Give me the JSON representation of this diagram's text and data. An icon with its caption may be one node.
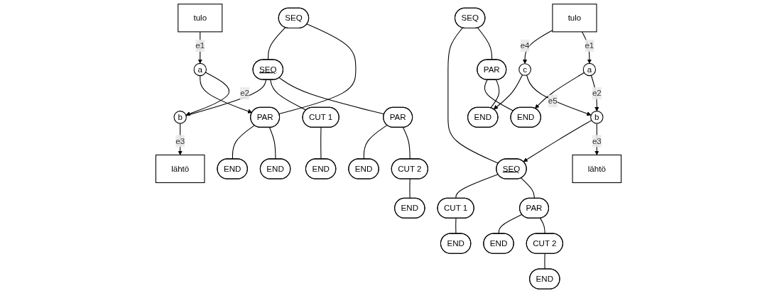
{
  "diagram": {
    "nodes": [
      {
        "text": [
          "SEQ"
        ]
      },
      {
        "text": [
          "PAR"
        ]
      },
      {
        "text": [
          "SEQ"
        ]
      },
      {
        "text": [
          "END"
        ]
      },
      {
        "text": [
          "END"
        ]
      },
      {
        "text": [
          "PAR"
        ]
      },
      {
        "text": [
          "CUT 1"
        ]
      },
      {
        "text": [
          "CUT 2"
        ]
      },
      {
        "text": [
          "END"
        ]
      },
      {
        "text": [
          "END"
        ]
      },
      {
        "text": [
          "END"
        ]
      },
      {
        "text": [
          "tulo"
        ]
      },
      {
        "text": [
          "a"
        ]
      },
      {
        "text": [
          "b"
        ]
      },
      {
        "text": [
          "lähtö"
        ]
      },
      {
        "text": [
          "SEQ"
        ]
      },
      {
        "text": [
          "PAR"
        ]
      },
      {
        "text": [
          "SEQ"
        ]
      },
      {
        "text": [
          "END"
        ]
      },
      {
        "text": [
          "END"
        ]
      },
      {
        "text": [
          "PAR"
        ]
      },
      {
        "text": [
          "CUT 1"
        ]
      },
      {
        "text": [
          "CUT 2"
        ]
      },
      {
        "text": [
          "END"
        ]
      },
      {
        "text": [
          "END"
        ]
      },
      {
        "text": [
          "END"
        ]
      },
      {
        "text": [
          "tulo"
        ]
      },
      {
        "text": [
          "a"
        ]
      },
      {
        "text": [
          "c"
        ]
      },
      {
        "text": [
          "b"
        ]
      },
      {
        "text": [
          "lähtö"
        ]
      }
    ],
    "edges": [
      {
        "from": 0,
        "to": 1,
        "arrow": "none"
      },
      {
        "from": 0,
        "to": 2,
        "arrow": "none"
      },
      {
        "from": 1,
        "to": 3,
        "arrow": "none"
      },
      {
        "from": 1,
        "to": 4,
        "arrow": "none"
      },
      {
        "from": 2,
        "to": 5,
        "arrow": "none"
      },
      {
        "from": 2,
        "to": 6,
        "arrow": "none"
      },
      {
        "from": 5,
        "to": 7,
        "arrow": "none"
      },
      {
        "from": 5,
        "to": 8,
        "arrow": "none"
      },
      {
        "from": 6,
        "to": 9,
        "arrow": "none"
      },
      {
        "from": 7,
        "to": 10,
        "arrow": "none"
      },
      {
        "from": 11,
        "to": 12,
        "arrow": "to",
        "label": "e1"
      },
      {
        "from": 12,
        "to": 13,
        "arrow": "to",
        "label": "e2"
      },
      {
        "from": 13,
        "to": 14,
        "arrow": "to",
        "label": "e3"
      },
      {
        "from": 12,
        "to": 1,
        "arrow": "to"
      },
      {
        "from": 2,
        "to": 13,
        "arrow": "none"
      },
      {
        "from": 15,
        "to": 16,
        "arrow": "none"
      },
      {
        "from": 15,
        "to": 17,
        "arrow": "none"
      },
      {
        "from": 16,
        "to": 18,
        "arrow": "none"
      },
      {
        "from": 16,
        "to": 19,
        "arrow": "none"
      },
      {
        "from": 17,
        "to": 20,
        "arrow": "none"
      },
      {
        "from": 17,
        "to": 21,
        "arrow": "none"
      },
      {
        "from": 20,
        "to": 22,
        "arrow": "none"
      },
      {
        "from": 20,
        "to": 23,
        "arrow": "none"
      },
      {
        "from": 21,
        "to": 24,
        "arrow": "none"
      },
      {
        "from": 22,
        "to": 25,
        "arrow": "none"
      },
      {
        "from": 26,
        "to": 27,
        "arrow": "to",
        "label": "e1"
      },
      {
        "from": 26,
        "to": 28,
        "arrow": "to",
        "label": "e4"
      },
      {
        "from": 27,
        "to": 29,
        "arrow": "to",
        "label": "e2"
      },
      {
        "from": 28,
        "to": 29,
        "arrow": "to",
        "label": "e5"
      },
      {
        "from": 29,
        "to": 30,
        "arrow": "to",
        "label": "e3"
      },
      {
        "from": 28,
        "to": 18,
        "arrow": "to"
      },
      {
        "from": 27,
        "to": 19,
        "arrow": "to"
      },
      {
        "from": 29,
        "to": 17,
        "arrow": "to"
      }
    ]
  }
}
